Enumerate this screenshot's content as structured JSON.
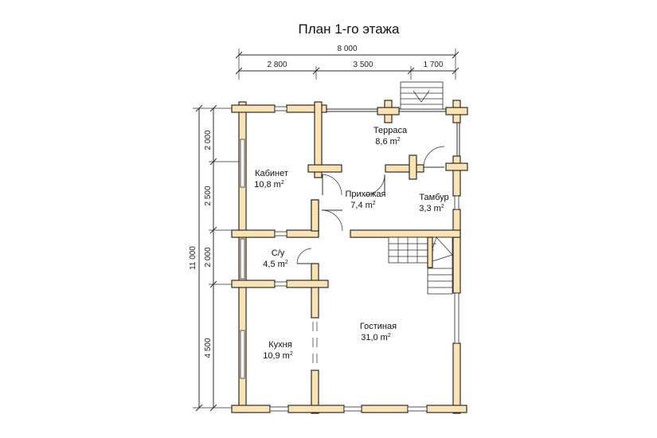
{
  "title": "План 1-го этажа",
  "dimensions": {
    "total_width": "8 000",
    "segments": [
      "2 800",
      "3 500",
      "1 700"
    ],
    "total_height": "11 000",
    "vertical_segments": [
      "2 000",
      "2 500",
      "2 000",
      "4 500"
    ]
  },
  "rooms": [
    {
      "name": "Терраса",
      "area": "8,6 m",
      "sup": "2"
    },
    {
      "name": "Кабинет",
      "area": "10,8 m",
      "sup": "2"
    },
    {
      "name": "Прихожая",
      "area": "7,4 m",
      "sup": "2"
    },
    {
      "name": "Тамбур",
      "area": "3,3 m",
      "sup": "2"
    },
    {
      "name": "С/у",
      "area": "4,5 m",
      "sup": "2"
    },
    {
      "name": "Гостиная",
      "area": "31,0 m",
      "sup": "2"
    },
    {
      "name": "Кухня",
      "area": "10,9 m",
      "sup": "2"
    }
  ],
  "colors": {
    "wall_fill": "#fbe3b4",
    "outline": "#2b2b2b",
    "background": "#ffffff"
  }
}
